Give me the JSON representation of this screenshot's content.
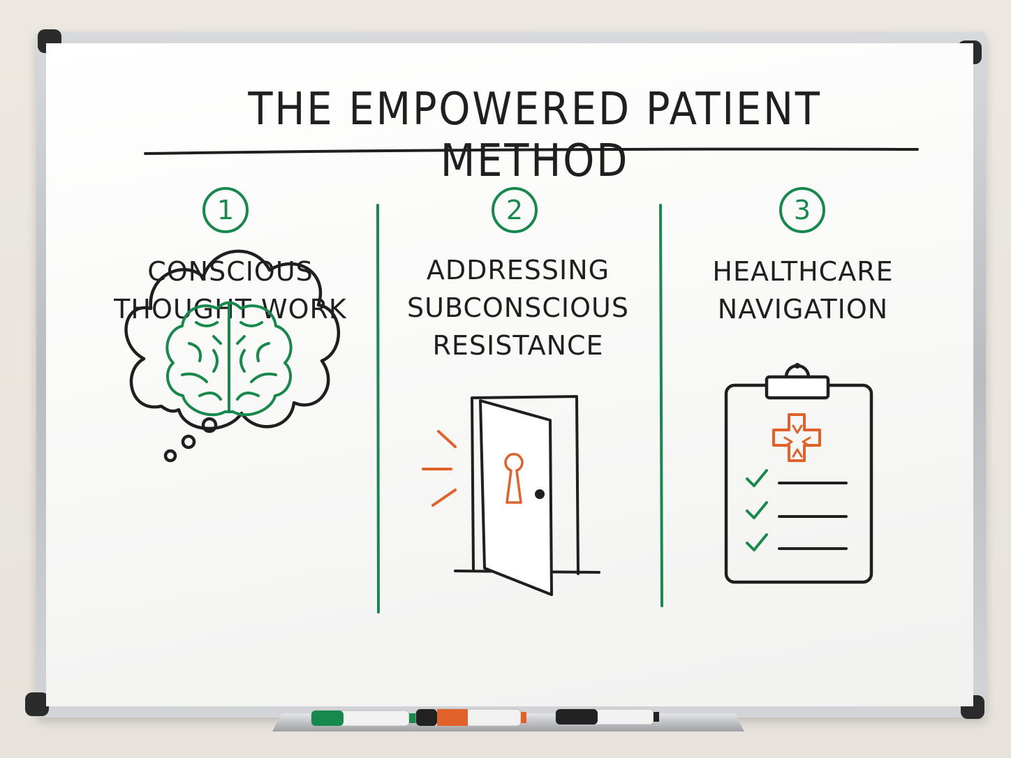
{
  "board": {
    "title": "THE EMPOWERED PATIENT METHOD",
    "steps": [
      {
        "number": "1",
        "heading_line1": "CONSCIOUS",
        "heading_line2": "THOUGHT WORK",
        "heading_line3": ""
      },
      {
        "number": "2",
        "heading_line1": "ADDRESSING",
        "heading_line2": "SUBCONSCIOUS",
        "heading_line3": "RESISTANCE"
      },
      {
        "number": "3",
        "heading_line1": "HEALTHCARE",
        "heading_line2": "NAVIGATION",
        "heading_line3": ""
      }
    ]
  },
  "colors": {
    "ink_black": "#1f1f1f",
    "ink_green": "#17894d",
    "ink_orange": "#e0622a"
  },
  "icons": [
    "brain-in-thought-bubble-icon",
    "open-door-with-keyhole-icon",
    "medical-clipboard-checklist-icon",
    "marker-icon"
  ]
}
